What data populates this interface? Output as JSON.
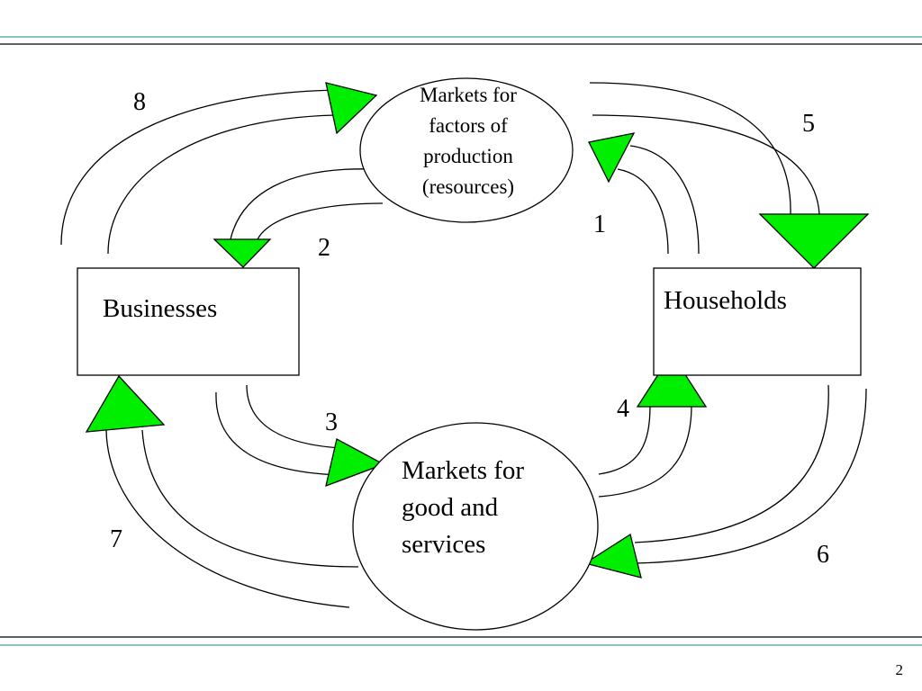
{
  "diagram": {
    "nodes": {
      "factor_markets": {
        "lines": [
          "Markets for",
          "factors of",
          "production",
          "(resources)"
        ]
      },
      "businesses": {
        "label": "Businesses"
      },
      "households": {
        "label": "Households"
      },
      "goods_markets": {
        "lines": [
          "Markets for",
          "good and",
          "services"
        ]
      }
    },
    "flow_numbers": [
      "1",
      "2",
      "3",
      "4",
      "5",
      "6",
      "7",
      "8"
    ]
  },
  "page_number": "2",
  "colors": {
    "arrow_fill": "#00ee00",
    "rule_teal": "#4a9a9a",
    "rule_dark": "#000000"
  }
}
